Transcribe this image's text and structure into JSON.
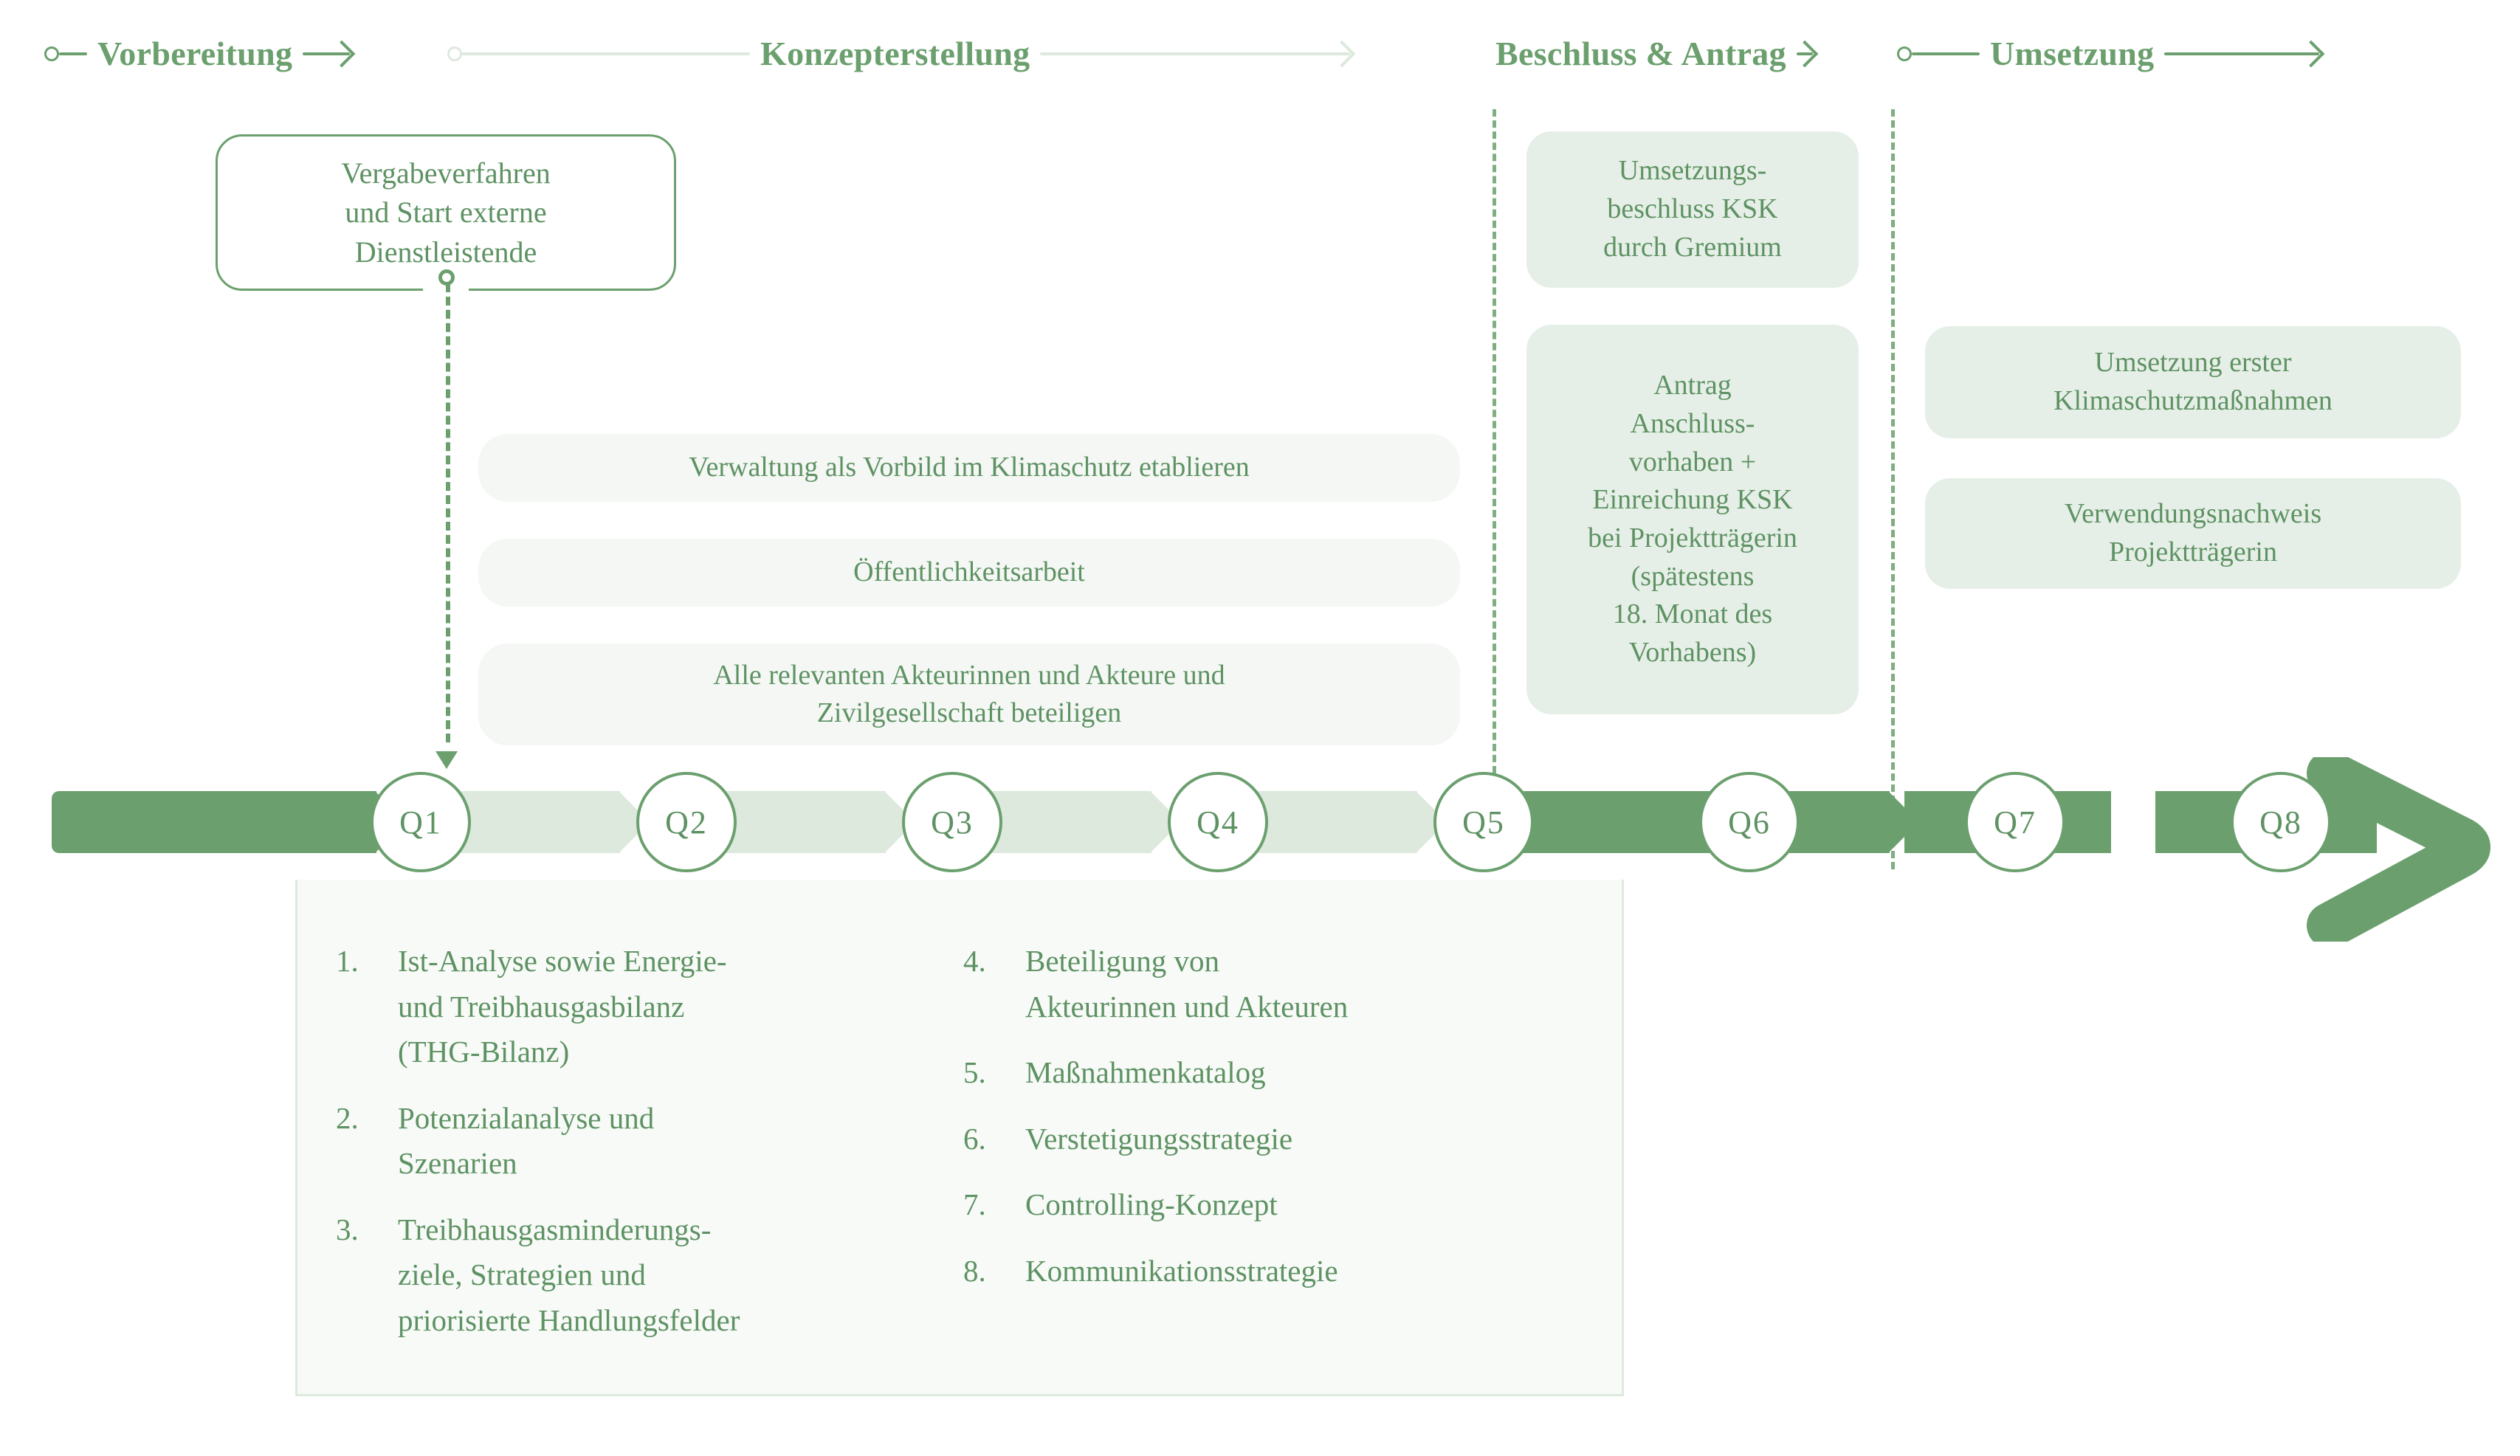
{
  "theme": {
    "green": "#6BA06E",
    "green_text": "#5E9263",
    "pill_bg": "#E6EFE7",
    "pill_bg_soft": "#F4F7F4",
    "chevron_light": "#DCE9DC",
    "panel_bg": "#F7FAF7",
    "panel_border": "#DEEADE"
  },
  "phases": [
    {
      "label": "Vorbereitung"
    },
    {
      "label": "Konzepterstellung"
    },
    {
      "label": "Beschluss & Antrag"
    },
    {
      "label": "Umsetzung"
    }
  ],
  "callout": {
    "text": "Vergabeverfahren\nund Start externe\nDienstleistende"
  },
  "middle_pills": [
    {
      "text": "Verwaltung als Vorbild im Klimaschutz etablieren"
    },
    {
      "text": "Öffentlichkeitsarbeit"
    },
    {
      "text": "Alle relevanten Akteurinnen und Akteure und\nZivilgesellschaft beteiligen"
    }
  ],
  "beschluss_pills": [
    {
      "text": "Umsetzungs-\nbeschluss KSK\ndurch Gremium"
    },
    {
      "text": "Antrag\nAnschluss-\nvorhaben +\nEinreichung KSK\nbei Projektträgerin\n(spätestens\n18. Monat des\nVorhabens)"
    }
  ],
  "umsetzung_pills": [
    {
      "text": "Umsetzung erster\nKlimaschutzmaßnahmen"
    },
    {
      "text": "Verwendungsnachweis\nProjektträgerin"
    }
  ],
  "timeline": {
    "nodes": [
      {
        "label": "Q1"
      },
      {
        "label": "Q2"
      },
      {
        "label": "Q3"
      },
      {
        "label": "Q4"
      },
      {
        "label": "Q5"
      },
      {
        "label": "Q6"
      },
      {
        "label": "Q7"
      },
      {
        "label": "Q8"
      }
    ]
  },
  "deliverables": {
    "column_a": [
      {
        "num": "1.",
        "text": "Ist-Analyse sowie Energie-\nund Treibhausgasbilanz\n(THG-Bilanz)"
      },
      {
        "num": "2.",
        "text": "Potenzialanalyse und\nSzenarien"
      },
      {
        "num": "3.",
        "text": "Treibhausgasminderungs-\nziele, Strategien und\npriorisierte Handlungsfelder"
      }
    ],
    "column_b": [
      {
        "num": "4.",
        "text": "Beteiligung von\nAkteurinnen und Akteuren"
      },
      {
        "num": "5.",
        "text": "Maßnahmenkatalog"
      },
      {
        "num": "6.",
        "text": "Verstetigungsstrategie"
      },
      {
        "num": "7.",
        "text": "Controlling-Konzept"
      },
      {
        "num": "8.",
        "text": "Kommunikationsstrategie"
      }
    ]
  }
}
